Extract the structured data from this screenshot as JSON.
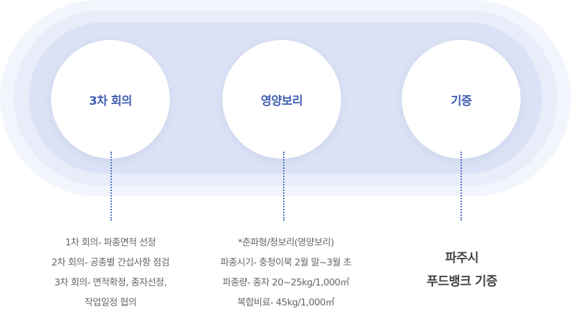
{
  "steps": [
    {
      "title": "3차 회의",
      "details": [
        "1차 회의- 파종면적 선정",
        "2차 회의- 공종별 간섭사항 점검",
        "3차 회의- 면적확정, 종자선정,",
        "작업일정 협의"
      ]
    },
    {
      "title": "영양보리",
      "details": [
        "*춘파형/청보리(영양보리)",
        "파종시기- 충청이북 2월 말~3월 초",
        "파종량- 종자 20~25kg/1,000㎡",
        "복합비료- 45kg/1,000㎡"
      ]
    },
    {
      "title": "기증",
      "details": [
        "파주시",
        "푸드뱅크 기증"
      ]
    }
  ],
  "colors": {
    "accent": "#3f5fb2",
    "band_outer": "#f2f5fc",
    "band_mid": "#e8edf9",
    "band_inner": "#dbe2f5"
  }
}
